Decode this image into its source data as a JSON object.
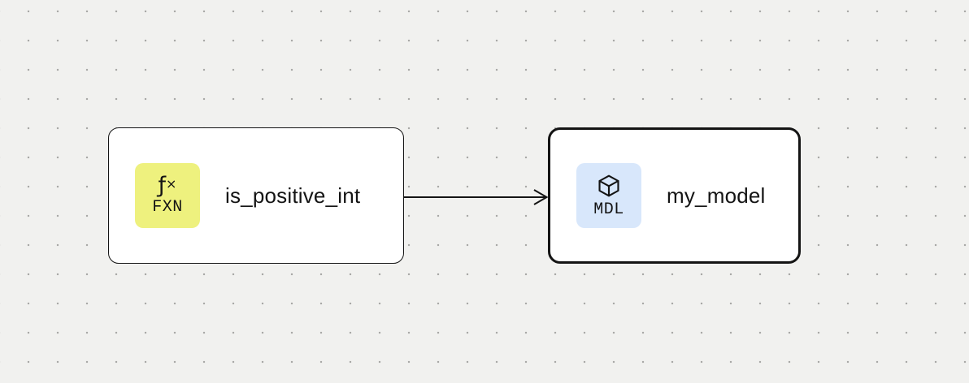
{
  "canvas": {
    "background_color": "#f1f1ef",
    "dot_color": "#a6a6a4"
  },
  "nodes": [
    {
      "id": "is_positive_int",
      "label": "is_positive_int",
      "kind": "function",
      "type_code": "FXN",
      "icon": "function-icon",
      "icon_glyph_f": "ƒ",
      "icon_glyph_x": "×",
      "badge_color": "#eef17e",
      "selected": false
    },
    {
      "id": "my_model",
      "label": "my_model",
      "kind": "model",
      "type_code": "MDL",
      "icon": "cube-icon",
      "badge_color": "#d8e7fb",
      "selected": true
    }
  ],
  "edges": [
    {
      "from": "is_positive_int",
      "to": "my_model",
      "color": "#141414"
    }
  ]
}
